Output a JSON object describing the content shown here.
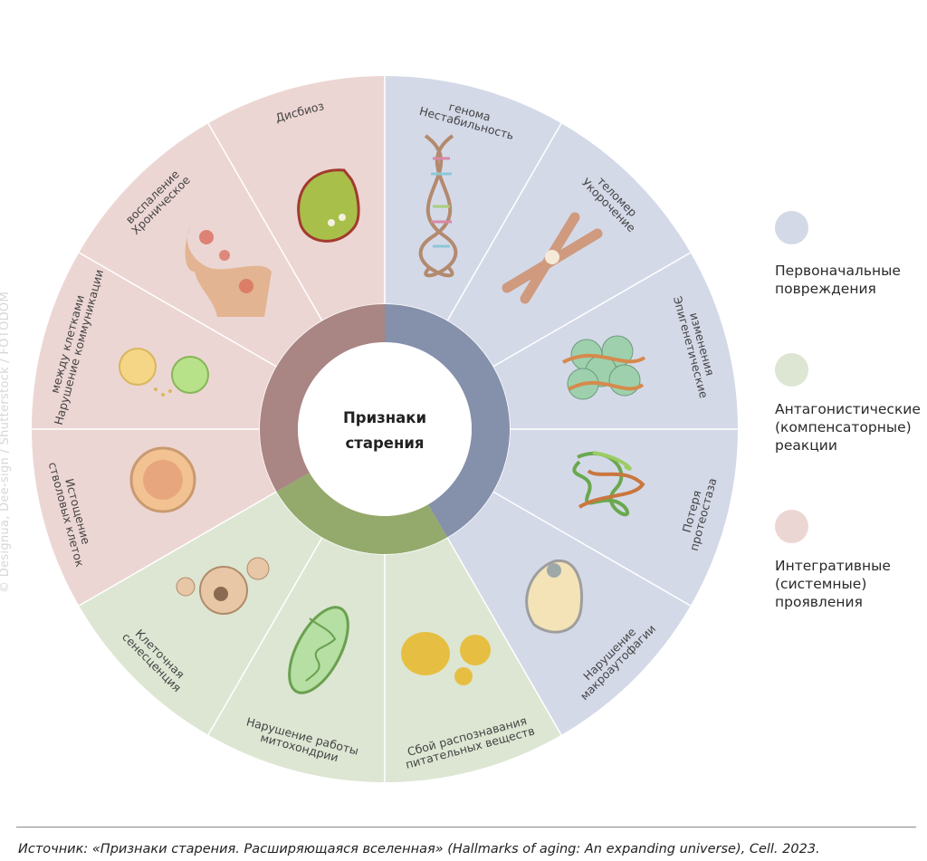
{
  "center": {
    "line1": "Признаки",
    "line2": "старения"
  },
  "colors": {
    "primary_bg": "#d4d9e8",
    "primary_ring": "#8590ab",
    "antagonistic_bg": "#dde6d3",
    "antagonistic_ring": "#94aa6c",
    "integrative_bg": "#ecd6d3",
    "integrative_ring": "#a98583"
  },
  "segments": [
    {
      "group": "primary",
      "label": [
        "Нестабильность",
        "генома"
      ],
      "icon": "dna-icon"
    },
    {
      "group": "primary",
      "label": [
        "Укорочение",
        "теломер"
      ],
      "icon": "chromosome-icon"
    },
    {
      "group": "primary",
      "label": [
        "Эпигенетические",
        "изменения"
      ],
      "icon": "nucleosome-icon"
    },
    {
      "group": "primary",
      "label": [
        "Потеря",
        "протеостаза"
      ],
      "icon": "protein-aggregate-icon"
    },
    {
      "group": "primary",
      "label": [
        "Нарушение",
        "макроаутофагии"
      ],
      "icon": "autophagosome-icon"
    },
    {
      "group": "antagonistic",
      "label": [
        "Сбой распознавания",
        "питательных веществ"
      ],
      "icon": "lipid-droplets-icon"
    },
    {
      "group": "antagonistic",
      "label": [
        "Нарушение работы",
        "митохондрии"
      ],
      "icon": "mitochondrion-icon"
    },
    {
      "group": "antagonistic",
      "label": [
        "Клеточная",
        "сенесценция"
      ],
      "icon": "senescent-cells-icon"
    },
    {
      "group": "integrative",
      "label": [
        "Истощение",
        "стволовых клеток"
      ],
      "icon": "stem-cell-icon"
    },
    {
      "group": "integrative",
      "label": [
        "Нарушение коммуникации",
        "между клетками"
      ],
      "icon": "cell-communication-icon"
    },
    {
      "group": "integrative",
      "label": [
        "Хроническое",
        "воспаление"
      ],
      "icon": "inflamed-body-icon"
    },
    {
      "group": "integrative",
      "label": [
        "Дисбиоз"
      ],
      "icon": "stomach-icon"
    }
  ],
  "legend": [
    {
      "color": "#d4d9e8",
      "lines": [
        "Первоначальные",
        "повреждения"
      ]
    },
    {
      "color": "#dde6d3",
      "lines": [
        "Антагонистические",
        "(компенсаторные)",
        "реакции"
      ]
    },
    {
      "color": "#ecd6d3",
      "lines": [
        "Интегративные",
        "(системные)",
        "проявления"
      ]
    }
  ],
  "source": "Источник: «Признаки старения. Расширяющаяся вселенная» (Hallmarks of aging: An expanding universe), Cell. 2023.",
  "watermark": "© Designua, Dee-sign / Shutterstock / FOTODOM"
}
